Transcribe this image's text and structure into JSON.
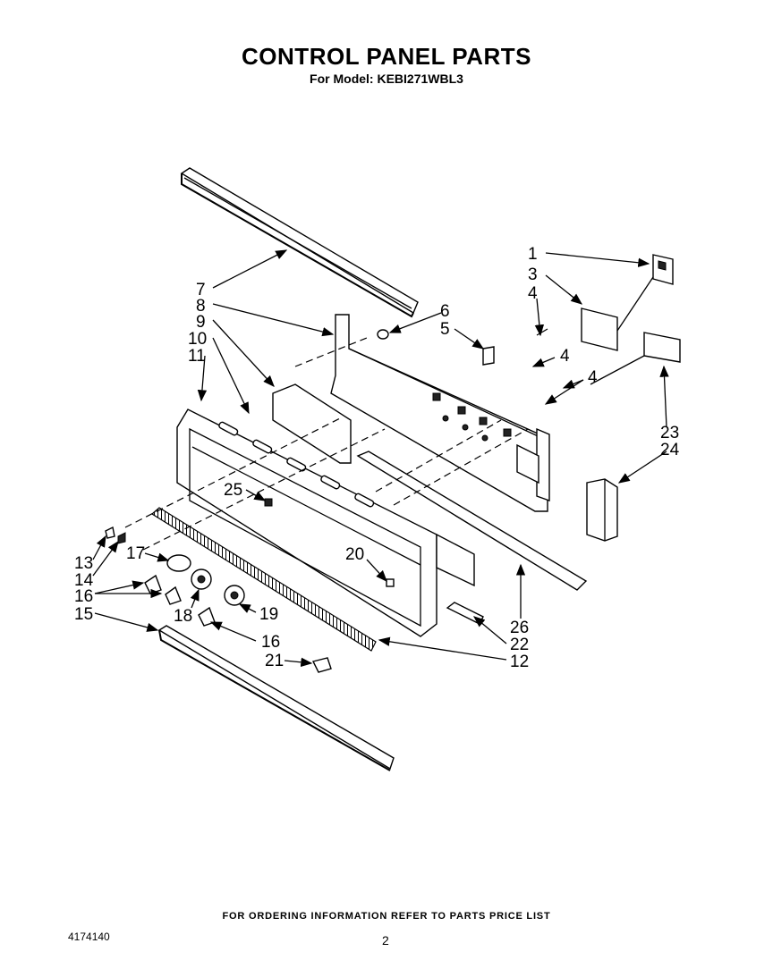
{
  "header": {
    "title": "CONTROL PANEL PARTS",
    "subtitle": "For Model: KEBI271WBL3"
  },
  "footer": {
    "ordering_note": "FOR ORDERING INFORMATION REFER TO PARTS PRICE LIST",
    "part_number": "4174140",
    "page_number": "2"
  },
  "callouts": {
    "c1": "1",
    "c3": "3",
    "c4a": "4",
    "c4b": "4",
    "c4c": "4",
    "c5": "5",
    "c6": "6",
    "c7": "7",
    "c8": "8",
    "c9": "9",
    "c10": "10",
    "c11": "11",
    "c12": "12",
    "c13": "13",
    "c14": "14",
    "c15": "15",
    "c16a": "16",
    "c16b": "16",
    "c17": "17",
    "c18": "18",
    "c19": "19",
    "c20": "20",
    "c21": "21",
    "c22": "22",
    "c23": "23",
    "c24": "24",
    "c25": "25",
    "c26": "26"
  }
}
